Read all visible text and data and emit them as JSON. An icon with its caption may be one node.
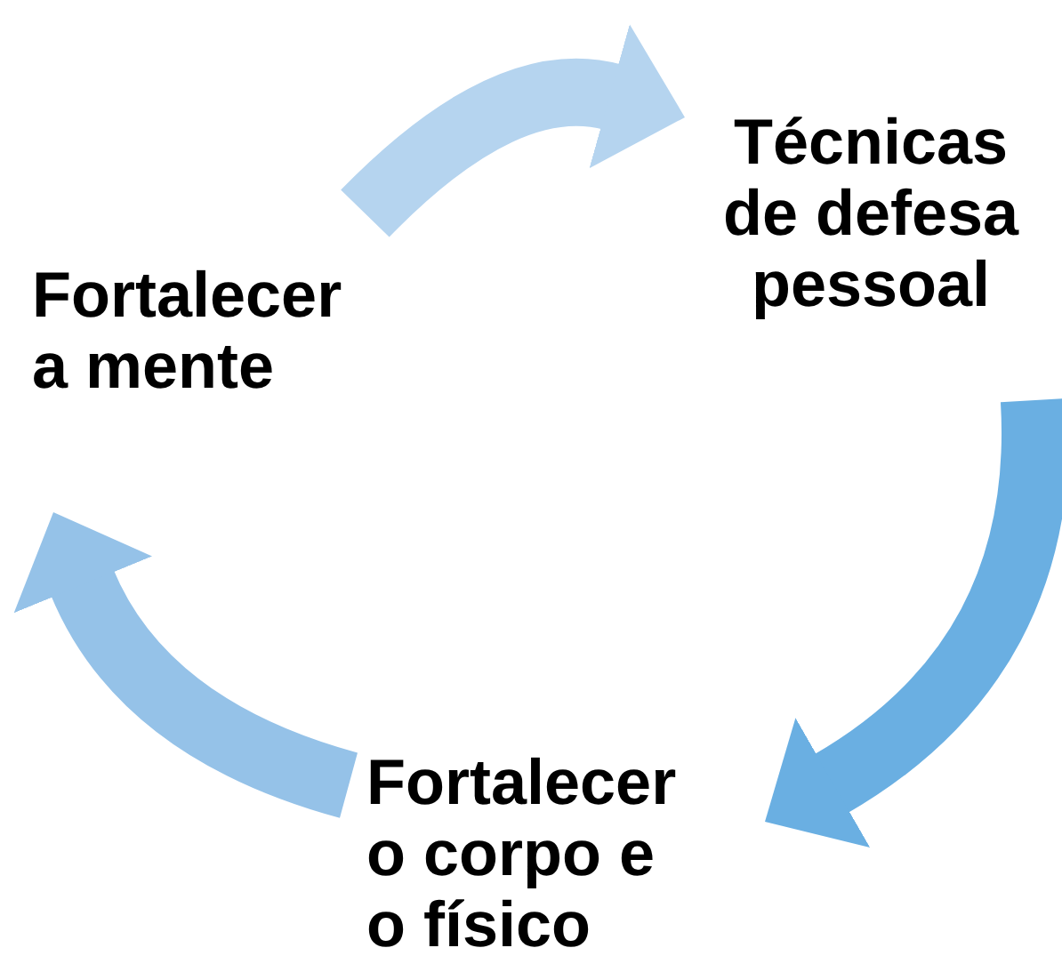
{
  "diagram": {
    "nodes": [
      {
        "text": [
          "Técnicas de defesa pessoal"
        ]
      },
      {
        "text": [
          "Fortalecer o corpo e o físico"
        ]
      },
      {
        "text": [
          "Fortalecer a mente"
        ]
      }
    ],
    "edges": [
      {
        "from": 2,
        "to": 0,
        "arrow": "to",
        "color": "#b5d4ef"
      },
      {
        "from": 0,
        "to": 1,
        "arrow": "to",
        "color": "#6aafe2"
      },
      {
        "from": 1,
        "to": 2,
        "arrow": "to",
        "color": "#95c2e8"
      }
    ]
  }
}
